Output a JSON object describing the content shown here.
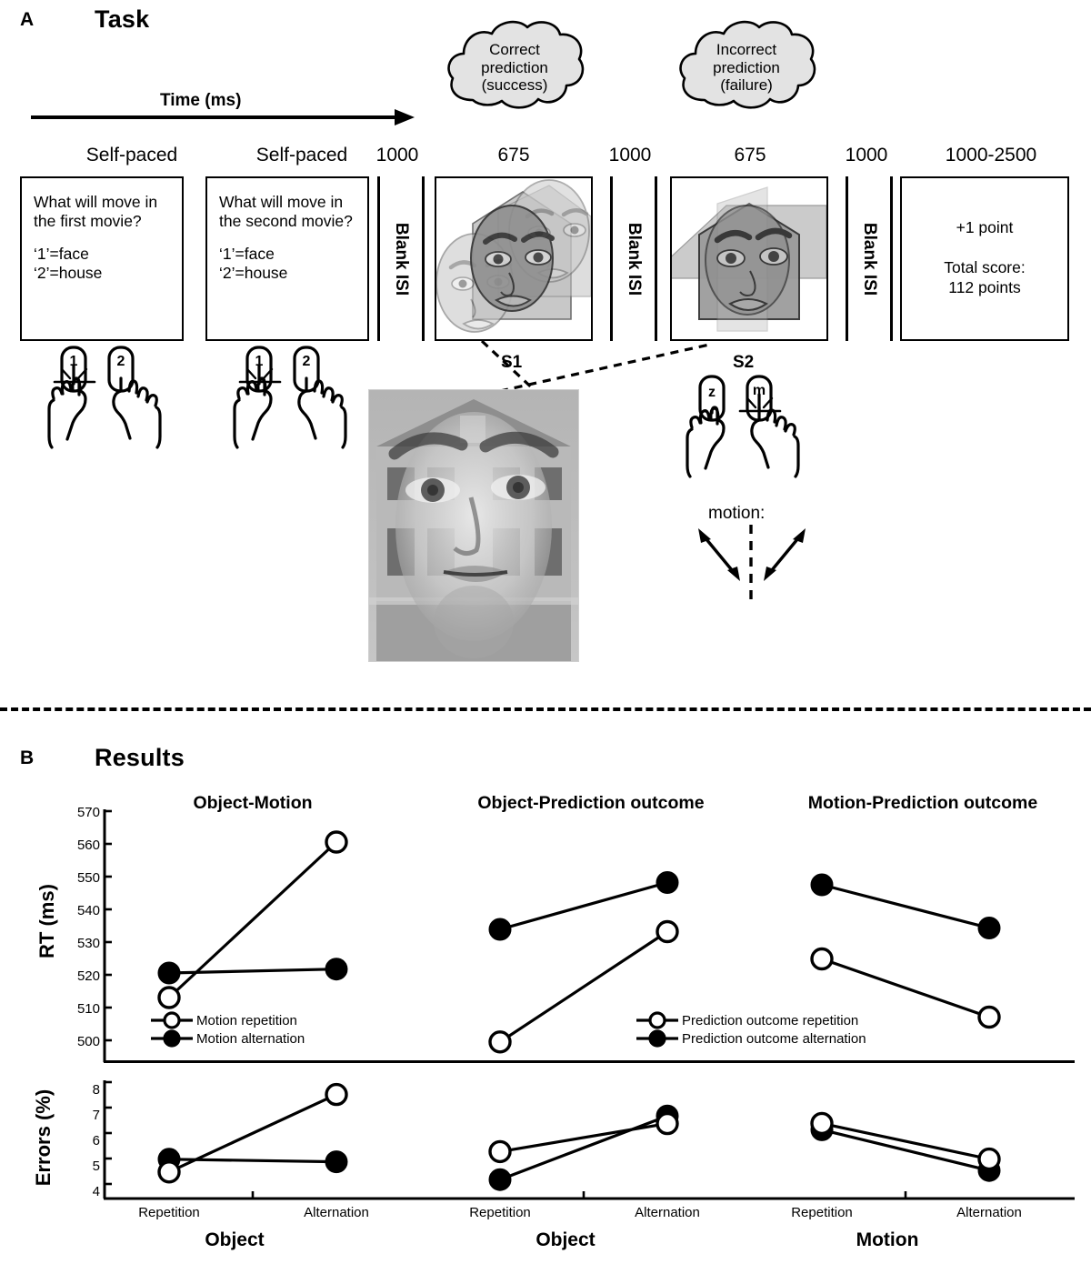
{
  "panelA": {
    "letter": "A",
    "title": "Task",
    "time_axis_label": "Time (ms)",
    "clouds": [
      {
        "name": "correct-prediction",
        "lines": [
          "Correct",
          "prediction",
          "(success)"
        ]
      },
      {
        "name": "incorrect-prediction",
        "lines": [
          "Incorrect",
          "prediction",
          "(failure)"
        ]
      }
    ],
    "durations": [
      "Self-paced",
      "Self-paced",
      "1000",
      "675",
      "1000",
      "675",
      "1000",
      "1000-2500"
    ],
    "question1": {
      "line1": "What will move in",
      "line2": "the first movie?",
      "line3": "‘1’=face",
      "line4": "‘2’=house"
    },
    "question2": {
      "line1": "What will move in",
      "line2": "the second movie?",
      "line3": "‘1’=face",
      "line4": "‘2’=house"
    },
    "isi_label": "Blank ISI",
    "feedback": {
      "line1": "+1 point",
      "line2": "Total score:",
      "line3": "112 points"
    },
    "stim_labels": {
      "s1": "S1",
      "s2": "S2"
    },
    "keys_response1": [
      "1",
      "2"
    ],
    "keys_response2": [
      "1",
      "2"
    ],
    "keys_motion": [
      "z",
      "m"
    ],
    "motion_label": "motion:"
  },
  "panelB": {
    "letter": "B",
    "title": "Results",
    "rt_axis_title": "RT (ms)",
    "err_axis_title": "Errors (%)",
    "chart_data": [
      {
        "type": "line",
        "title": "Object-Motion",
        "xlabel": "Object",
        "ylabel": "RT (ms)",
        "categories": [
          "Repetition",
          "Alternation"
        ],
        "yticks": [
          500,
          510,
          520,
          530,
          540,
          550,
          560,
          570
        ],
        "ylim": [
          495,
          570
        ],
        "grid": false,
        "legend_position": "bottom-left",
        "series": [
          {
            "name": "Motion repetition",
            "marker": "open",
            "values": [
              513.0,
              560.5
            ]
          },
          {
            "name": "Motion alternation",
            "marker": "filled",
            "values": [
              520.5,
              521.7
            ]
          }
        ]
      },
      {
        "type": "line",
        "title": "Object-Prediction outcome",
        "xlabel": "Object",
        "ylabel": "RT (ms)",
        "categories": [
          "Repetition",
          "Alternation"
        ],
        "yticks": [
          500,
          510,
          520,
          530,
          540,
          550,
          560,
          570
        ],
        "ylim": [
          495,
          570
        ],
        "grid": false,
        "legend_position": "bottom-left",
        "series": [
          {
            "name": "Prediction outcome repetition",
            "marker": "open",
            "values": [
              499.5,
              533.0
            ]
          },
          {
            "name": "Prediction outcome alternation",
            "marker": "filled",
            "values": [
              533.8,
              548.0
            ]
          }
        ]
      },
      {
        "type": "line",
        "title": "Motion-Prediction outcome",
        "xlabel": "Motion",
        "ylabel": "RT (ms)",
        "categories": [
          "Repetition",
          "Alternation"
        ],
        "yticks": [
          500,
          510,
          520,
          530,
          540,
          550,
          560,
          570
        ],
        "ylim": [
          495,
          570
        ],
        "grid": false,
        "legend_position": "none",
        "series": [
          {
            "name": "Prediction outcome repetition",
            "marker": "open",
            "values": [
              524.8,
              507.0
            ]
          },
          {
            "name": "Prediction outcome alternation",
            "marker": "filled",
            "values": [
              547.3,
              534.2
            ]
          }
        ]
      },
      {
        "type": "line",
        "title": "",
        "xlabel": "Object",
        "ylabel": "Errors (%)",
        "categories": [
          "Repetition",
          "Alternation"
        ],
        "yticks": [
          4,
          5,
          6,
          7,
          8
        ],
        "ylim": [
          3.3,
          8.2
        ],
        "grid": false,
        "legend_position": "none",
        "series": [
          {
            "name": "Motion repetition",
            "marker": "open",
            "values": [
              3.9,
              7.5
            ]
          },
          {
            "name": "Motion alternation",
            "marker": "filled",
            "values": [
              4.4,
              4.3
            ]
          }
        ]
      },
      {
        "type": "line",
        "title": "",
        "xlabel": "Object",
        "ylabel": "Errors (%)",
        "categories": [
          "Repetition",
          "Alternation"
        ],
        "yticks": [
          4,
          5,
          6,
          7,
          8
        ],
        "ylim": [
          3.3,
          8.2
        ],
        "grid": false,
        "legend_position": "none",
        "series": [
          {
            "name": "Prediction outcome repetition",
            "marker": "open",
            "values": [
              4.7,
              5.8
            ]
          },
          {
            "name": "Prediction outcome alternation",
            "marker": "filled",
            "values": [
              3.6,
              6.1
            ]
          }
        ]
      },
      {
        "type": "line",
        "title": "",
        "xlabel": "Motion",
        "ylabel": "Errors (%)",
        "categories": [
          "Repetition",
          "Alternation"
        ],
        "yticks": [
          4,
          5,
          6,
          7,
          8
        ],
        "ylim": [
          3.3,
          8.2
        ],
        "grid": false,
        "legend_position": "none",
        "series": [
          {
            "name": "Prediction outcome repetition",
            "marker": "open",
            "values": [
              5.95,
              4.55
            ]
          },
          {
            "name": "Prediction outcome alternation",
            "marker": "filled",
            "values": [
              5.7,
              4.1
            ]
          }
        ]
      }
    ],
    "legend1": {
      "open_label": "Motion repetition",
      "filled_label": "Motion alternation"
    },
    "legend2": {
      "open_label": "Prediction outcome repetition",
      "filled_label": "Prediction outcome alternation"
    },
    "rt_ticks": [
      "570",
      "560",
      "550",
      "540",
      "530",
      "520",
      "510",
      "500"
    ],
    "err_ticks": [
      "8",
      "7",
      "6",
      "5",
      "4"
    ],
    "cat_labels": [
      "Repetition",
      "Alternation"
    ],
    "x_titles": [
      "Object",
      "Object",
      "Motion"
    ],
    "chart_titles": [
      "Object-Motion",
      "Object-Prediction outcome",
      "Motion-Prediction outcome"
    ]
  },
  "colors": {
    "ink": "#000000",
    "cloud_fill": "#e3e3e3",
    "stim_light": "#c8c8c8",
    "stim_mid": "#a8a8a8",
    "stim_dark": "#8f8f8f"
  }
}
